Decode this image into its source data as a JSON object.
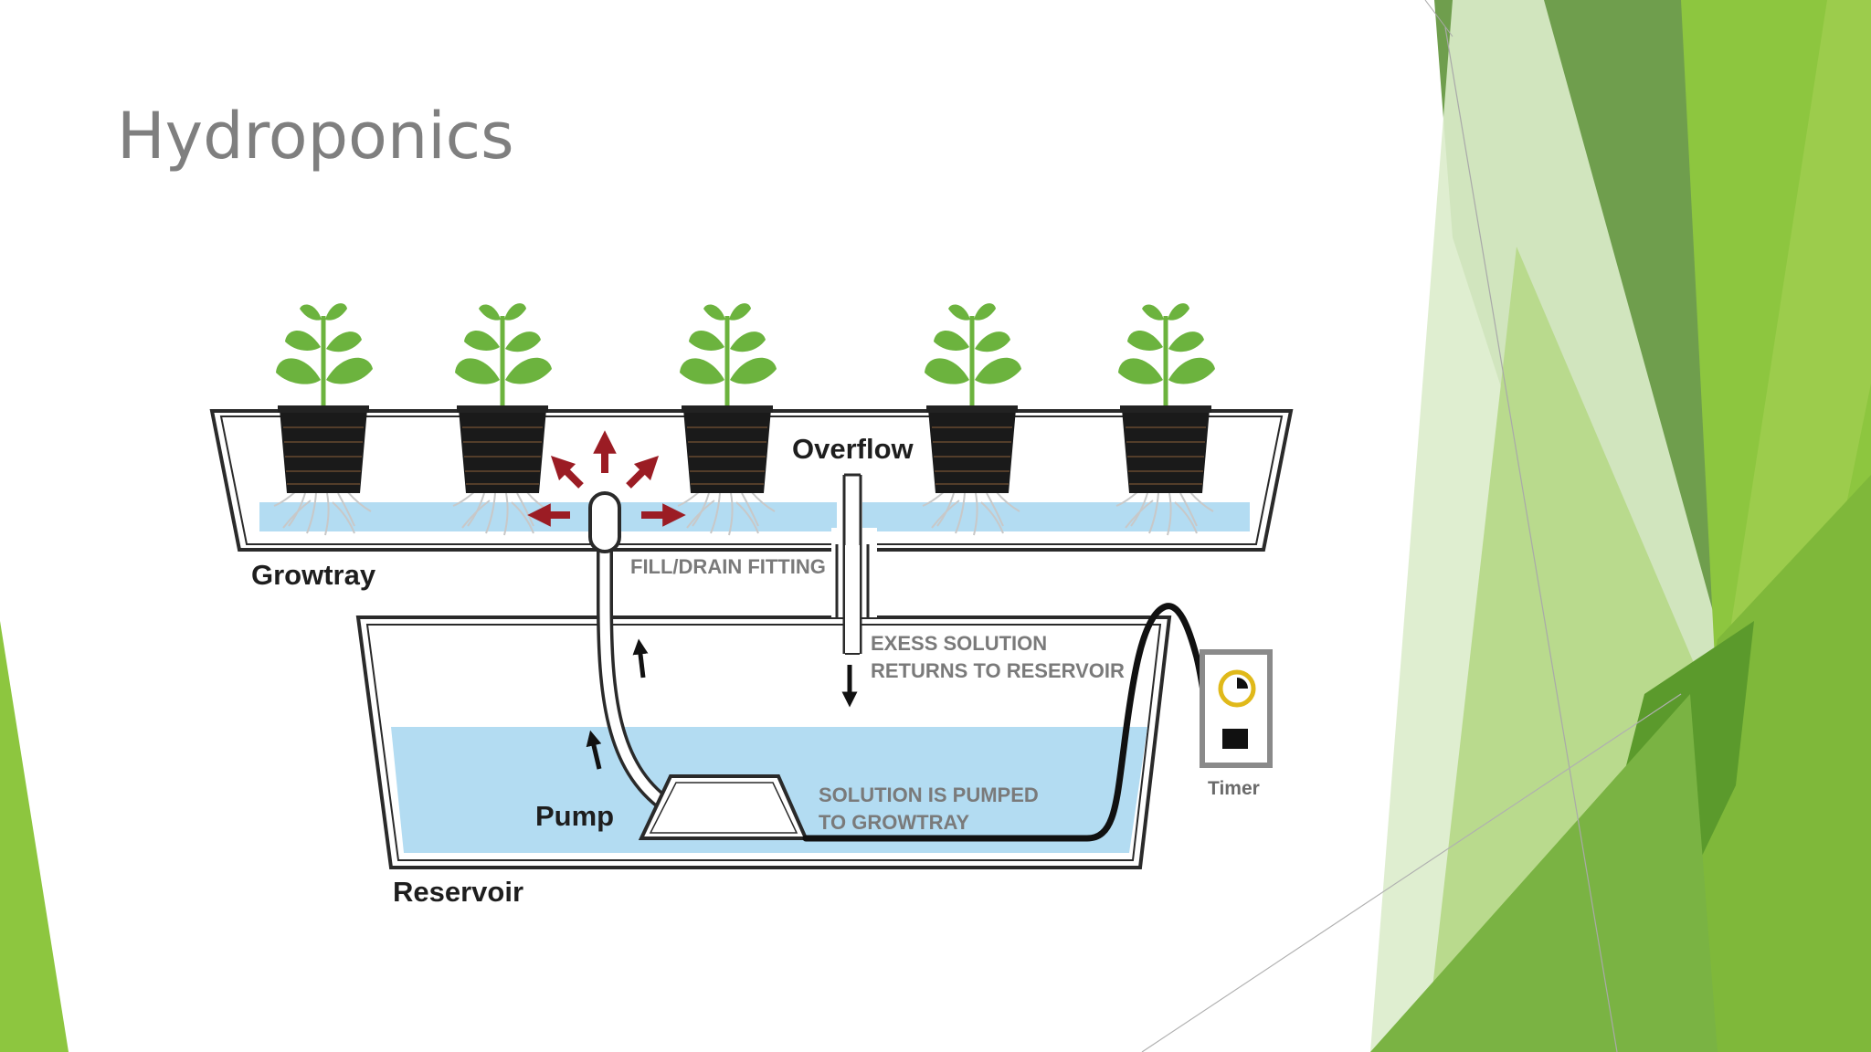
{
  "slide": {
    "title": "Hydroponics"
  },
  "diagram": {
    "labels": {
      "overflow": "Overflow",
      "growtray": "Growtray",
      "fill_drain": "FILL/DRAIN FITTING",
      "excess_line1": "EXESS SOLUTION",
      "excess_line2": "RETURNS TO RESERVOIR",
      "pumped_line1": "SOLUTION IS PUMPED",
      "pumped_line2": "TO GROWTRAY",
      "pump": "Pump",
      "reservoir": "Reservoir",
      "timer": "Timer"
    },
    "colors": {
      "water": "#b3dcf2",
      "leaf": "#6cb33e",
      "pot": "#1a1a1a",
      "arrow_red": "#9b1c24",
      "tube": "#111111"
    }
  },
  "theme": {
    "background": "#ffffff",
    "title_color": "#7f7f7f",
    "accent_dark_green": "#6e9a4a",
    "accent_green": "#8dc63f",
    "accent_light_green": "#c6e0a4"
  }
}
